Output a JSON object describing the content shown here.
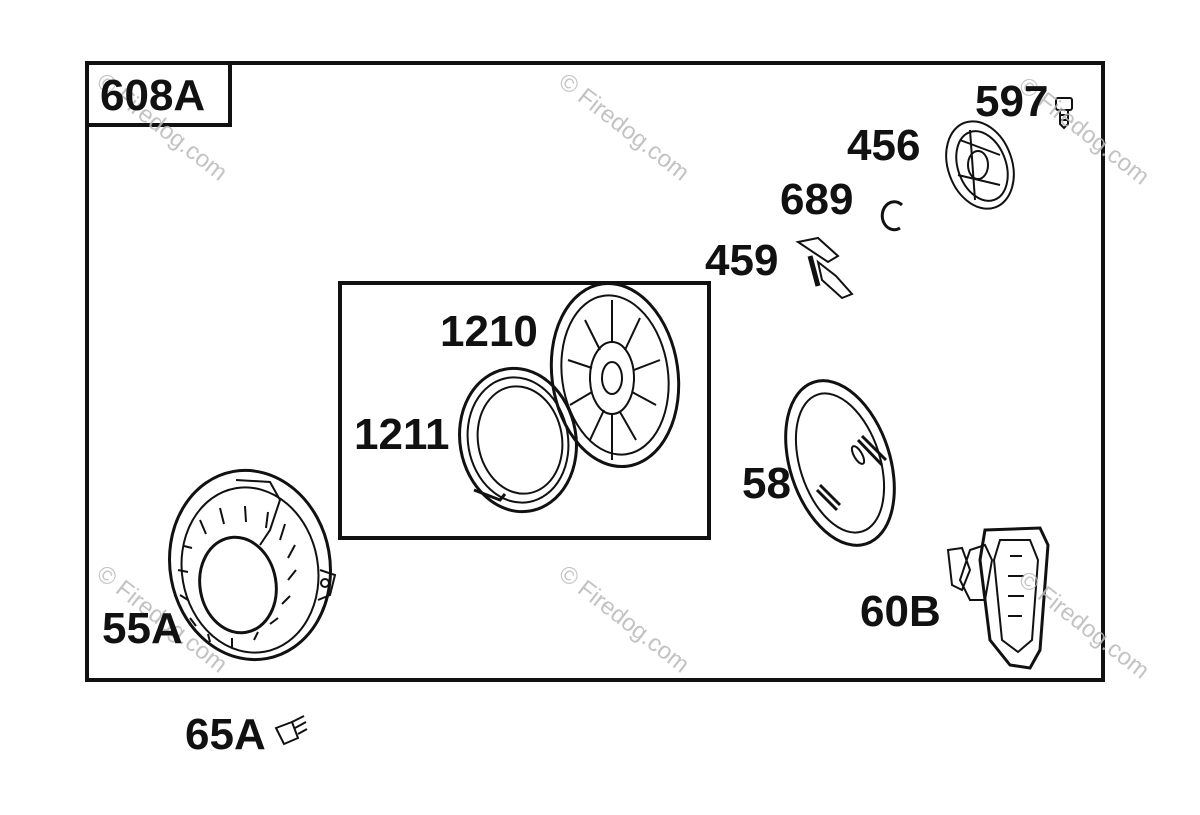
{
  "diagram": {
    "assembly_label": "608A",
    "watermark": "© Firedog.com",
    "parts": [
      {
        "id": "597"
      },
      {
        "id": "456"
      },
      {
        "id": "689"
      },
      {
        "id": "459"
      },
      {
        "id": "1210"
      },
      {
        "id": "1211"
      },
      {
        "id": "58"
      },
      {
        "id": "55A"
      },
      {
        "id": "60B"
      },
      {
        "id": "65A"
      }
    ]
  },
  "colors": {
    "line": "#111111",
    "watermark": "#b9b9b9",
    "background": "#ffffff"
  }
}
